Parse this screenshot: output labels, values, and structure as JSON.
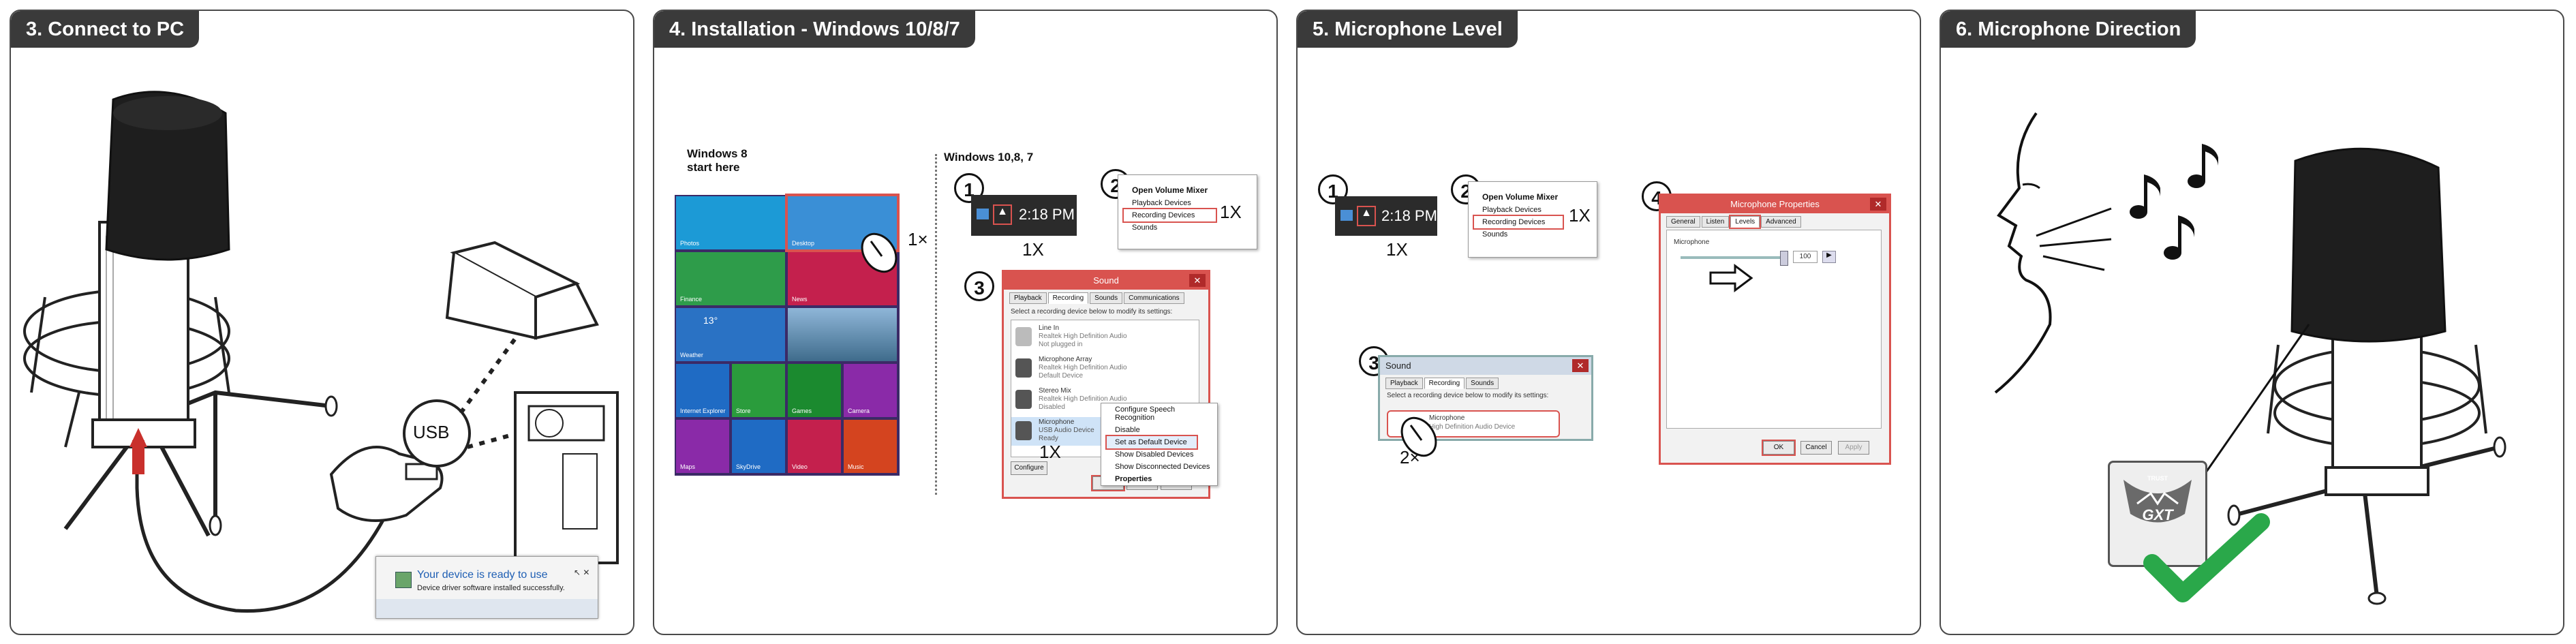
{
  "panels": [
    {
      "title": "3. Connect to PC"
    },
    {
      "title": "4. Installation - Windows 10/8/7"
    },
    {
      "title": "5. Microphone Level"
    },
    {
      "title": "6. Microphone Direction"
    }
  ],
  "p3": {
    "usb_label": "USB",
    "toast_title": "Your device is ready to use",
    "toast_body": "Device driver software installed successfully.",
    "toast_controls": "↖ ✕"
  },
  "p4": {
    "win8_label_line1": "Windows 8",
    "win8_label_line2": "start here",
    "win10_label": "Windows 10,8, 7",
    "mult_1x": "1×",
    "mult_1X": "1X",
    "step_numbers": [
      "1",
      "2",
      "3"
    ],
    "clock_time": "2:18 PM",
    "tiles": [
      {
        "label": "Photos"
      },
      {
        "label": "Desktop"
      },
      {
        "label": "Finance"
      },
      {
        "label": "News"
      },
      {
        "label": "Weather"
      },
      {
        "label": ""
      },
      {
        "label": "Internet Explorer"
      },
      {
        "label": "Store"
      },
      {
        "label": "Games"
      },
      {
        "label": "Camera"
      },
      {
        "label": "Maps"
      },
      {
        "label": "SkyDrive"
      },
      {
        "label": "Video"
      },
      {
        "label": "Music"
      }
    ],
    "weather_temp": "13°",
    "volume_mixer": {
      "title": "Open Volume Mixer",
      "items": [
        "Playback Devices",
        "Recording Devices",
        "Sounds"
      ]
    },
    "sound_dialog": {
      "title": "Sound",
      "tabs": [
        "Playback",
        "Recording",
        "Sounds",
        "Communications"
      ],
      "instruction": "Select a recording device below to modify its settings:",
      "devices": [
        {
          "name": "Line In",
          "desc": "Realtek High Definition Audio",
          "status": "Not plugged in"
        },
        {
          "name": "Microphone Array",
          "desc": "Realtek High Definition Audio",
          "status": "Default Device"
        },
        {
          "name": "Stereo Mix",
          "desc": "Realtek High Definition Audio",
          "status": "Disabled"
        },
        {
          "name": "Microphone",
          "desc": "USB Audio Device",
          "status": "Ready"
        }
      ],
      "context_menu": [
        "Configure Speech Recognition",
        "Disable",
        "Set as Default Device",
        "Show Disabled Devices",
        "Show Disconnected Devices",
        "Properties"
      ],
      "buttons": {
        "configure": "Configure",
        "ok": "OK",
        "cancel": "Cancel",
        "apply": "Apply"
      }
    }
  },
  "p5": {
    "step_numbers": [
      "1",
      "2",
      "3",
      "4"
    ],
    "clock_time": "2:18 PM",
    "mult_1X": "1X",
    "mult_2x": "2×",
    "volume_mixer": {
      "title": "Open Volume Mixer",
      "items": [
        "Playback Devices",
        "Recording Devices",
        "Sounds"
      ]
    },
    "sound_small": {
      "title": "Sound",
      "tabs": [
        "Playback",
        "Recording",
        "Sounds"
      ],
      "instruction": "Select a recording device below to modify its settings:",
      "device_name": "Microphone",
      "device_desc": "High Definition Audio Device"
    },
    "mic_props": {
      "title": "Microphone Properties",
      "tabs": [
        "General",
        "Listen",
        "Levels",
        "Advanced"
      ],
      "section": "Microphone",
      "level_value": "100",
      "buttons": {
        "ok": "OK",
        "cancel": "Cancel",
        "apply": "Apply"
      }
    }
  },
  "p6": {
    "badge_line1": "TRUST",
    "badge_line2": "GXT"
  },
  "colors": {
    "panel_title_bg": "#3a3a3a",
    "accent_red": "#d9534f",
    "check_green": "#2aa84a"
  }
}
